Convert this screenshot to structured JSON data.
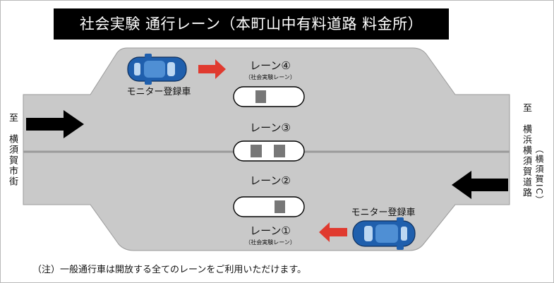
{
  "title": "社会実験 通行レーン（本町山中有料道路 料金所）",
  "lanes": [
    {
      "label": "レーン④",
      "sub": "（社会実験レーン）"
    },
    {
      "label": "レーン③",
      "sub": ""
    },
    {
      "label": "レーン②",
      "sub": ""
    },
    {
      "label": "レーン①",
      "sub": "（社会実験レーン）"
    }
  ],
  "monitor_top": "モニター登録車",
  "monitor_bottom": "モニター登録車",
  "left_dest": {
    "to": "至",
    "name": "横須賀市街"
  },
  "right_dest": {
    "to": "至",
    "name": "横浜横須賀道路",
    "paren": "（横須賀IC）"
  },
  "note": "（注）一般通行車は開放する全てのレーンをご利用いただけます。",
  "colors": {
    "road": "#c9c9c9",
    "car": "#1f5fad",
    "arrow_red": "#e03a2f",
    "arrow_black": "#000000"
  }
}
